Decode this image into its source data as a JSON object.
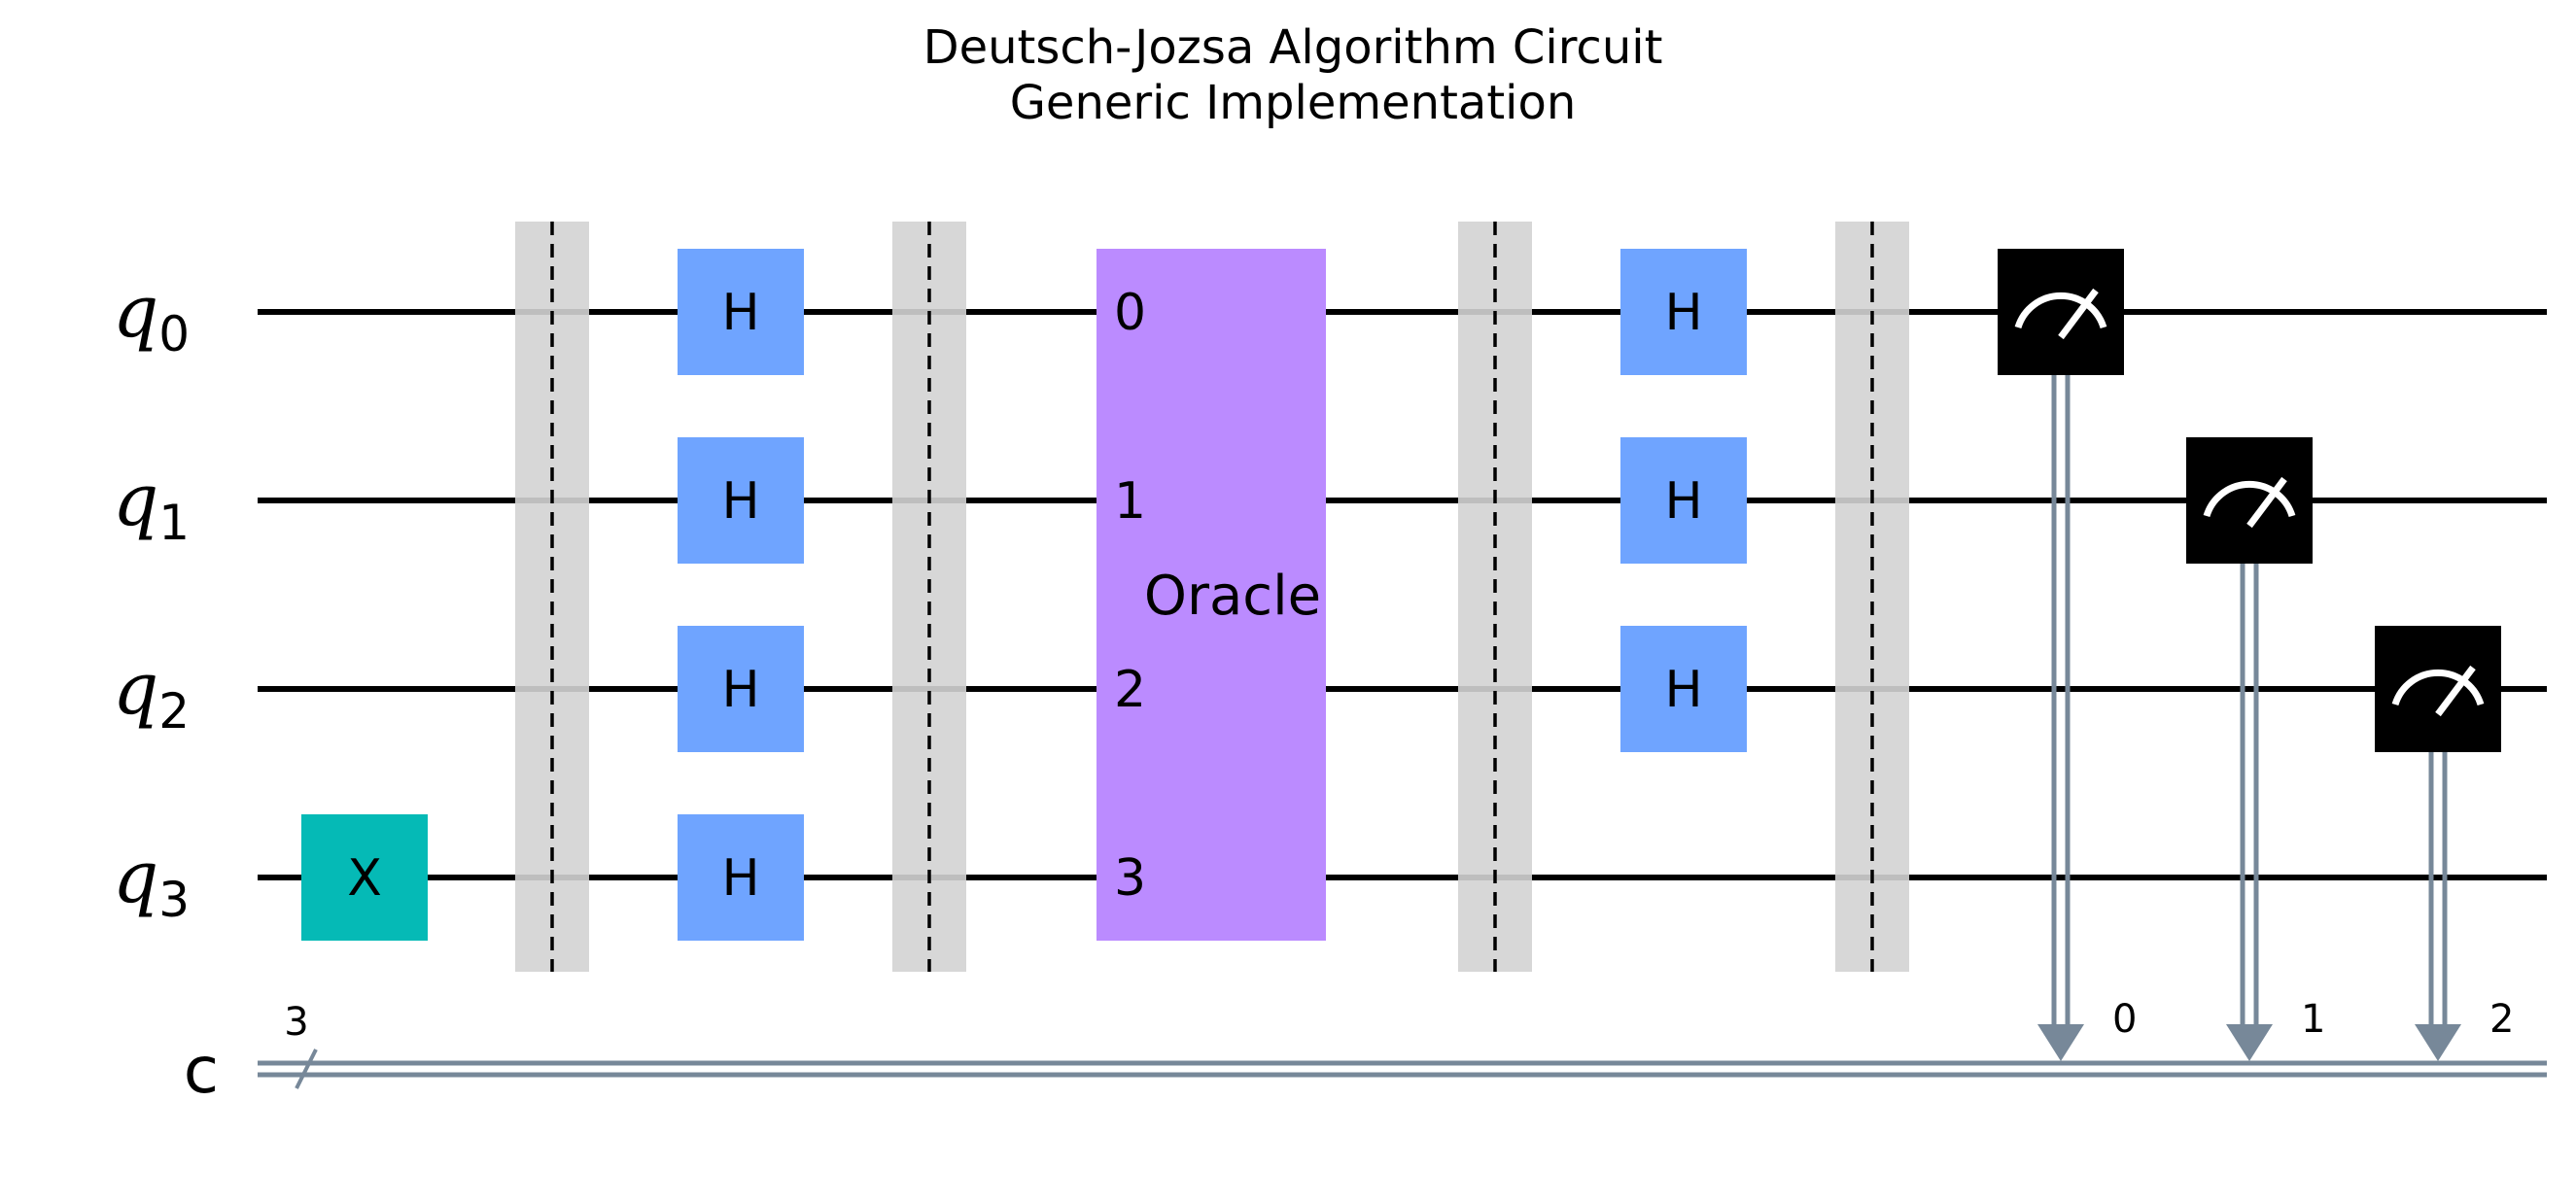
{
  "title": {
    "line1": "Deutsch-Jozsa Algorithm Circuit",
    "line2": "Generic Implementation"
  },
  "colors": {
    "wire": "#000000",
    "classical_wire": "#778899",
    "barrier": "#d3d3d3",
    "hadamard": "#6fa4ff",
    "x_gate": "#05bab6",
    "oracle": "#bb8bff",
    "measure": "#000000"
  },
  "qubits": [
    {
      "name": "q",
      "index": "0"
    },
    {
      "name": "q",
      "index": "1"
    },
    {
      "name": "q",
      "index": "2"
    },
    {
      "name": "q",
      "index": "3"
    }
  ],
  "classical_register": {
    "name": "c",
    "size": "3"
  },
  "operations": [
    {
      "type": "gate",
      "label": "X",
      "qubit": 3,
      "column": 0,
      "color_key": "x_gate"
    },
    {
      "type": "barrier",
      "column": 1
    },
    {
      "type": "gate",
      "label": "H",
      "qubit": 0,
      "column": 2,
      "color_key": "hadamard"
    },
    {
      "type": "gate",
      "label": "H",
      "qubit": 1,
      "column": 2,
      "color_key": "hadamard"
    },
    {
      "type": "gate",
      "label": "H",
      "qubit": 2,
      "column": 2,
      "color_key": "hadamard"
    },
    {
      "type": "gate",
      "label": "H",
      "qubit": 3,
      "column": 2,
      "color_key": "hadamard"
    },
    {
      "type": "barrier",
      "column": 3
    },
    {
      "type": "multigate",
      "label": "Oracle",
      "qubits": [
        0,
        1,
        2,
        3
      ],
      "port_labels": [
        "0",
        "1",
        "2",
        "3"
      ],
      "column": 4,
      "color_key": "oracle"
    },
    {
      "type": "barrier",
      "column": 6
    },
    {
      "type": "gate",
      "label": "H",
      "qubit": 0,
      "column": 7,
      "color_key": "hadamard"
    },
    {
      "type": "gate",
      "label": "H",
      "qubit": 1,
      "column": 7,
      "color_key": "hadamard"
    },
    {
      "type": "gate",
      "label": "H",
      "qubit": 2,
      "column": 7,
      "color_key": "hadamard"
    },
    {
      "type": "barrier",
      "column": 8
    },
    {
      "type": "measure",
      "qubit": 0,
      "clbit_label": "0",
      "column": 9
    },
    {
      "type": "measure",
      "qubit": 1,
      "clbit_label": "1",
      "column": 10
    },
    {
      "type": "measure",
      "qubit": 2,
      "clbit_label": "2",
      "column": 11
    }
  ]
}
